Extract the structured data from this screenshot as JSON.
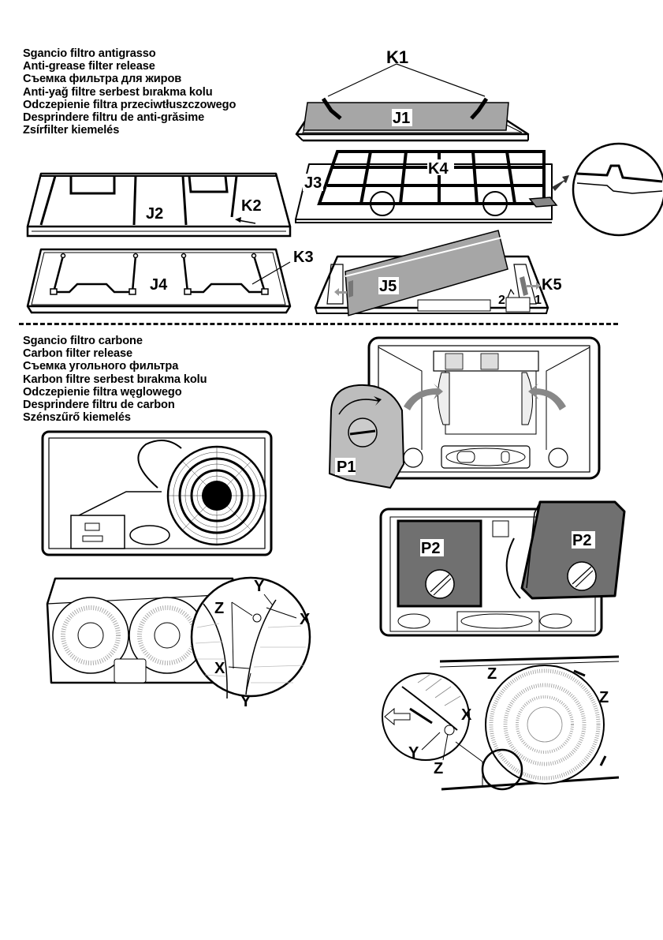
{
  "sections": {
    "grease": {
      "title_lines": [
        "Sgancio filtro antigrasso",
        "Anti-grease filter release",
        "Съемка фильтра для жиров",
        "Anti-yağ filtre serbest bırakma kolu",
        "Odczepienie filtra przeciwtłuszczowego",
        "Desprindere filtru de anti-grăsime",
        "Zsírfilter kiemelés"
      ],
      "labels": {
        "k1": "K1",
        "j1": "J1",
        "j2": "J2",
        "k2": "K2",
        "j3": "J3",
        "k4": "K4",
        "j4": "J4",
        "k3": "K3",
        "j5": "J5",
        "k5": "K5",
        "step1": "1",
        "step2": "2"
      }
    },
    "carbon": {
      "title_lines": [
        "Sgancio filtro carbone",
        "Carbon filter release",
        "Съемка угольного фильтра",
        "Karbon filtre serbest bırakma kolu",
        "Odczepienie filtra węglowego",
        "Desprindere filtru de carbon",
        "Szénszűrő kiemelés"
      ],
      "labels": {
        "p1": "P1",
        "p2a": "P2",
        "p2b": "P2",
        "x": "X",
        "y": "Y",
        "z": "Z"
      }
    }
  },
  "colors": {
    "ink": "#000000",
    "filter_gray": "#a6a6a6",
    "dark_gray": "#6e6e6e",
    "paper": "#ffffff"
  }
}
